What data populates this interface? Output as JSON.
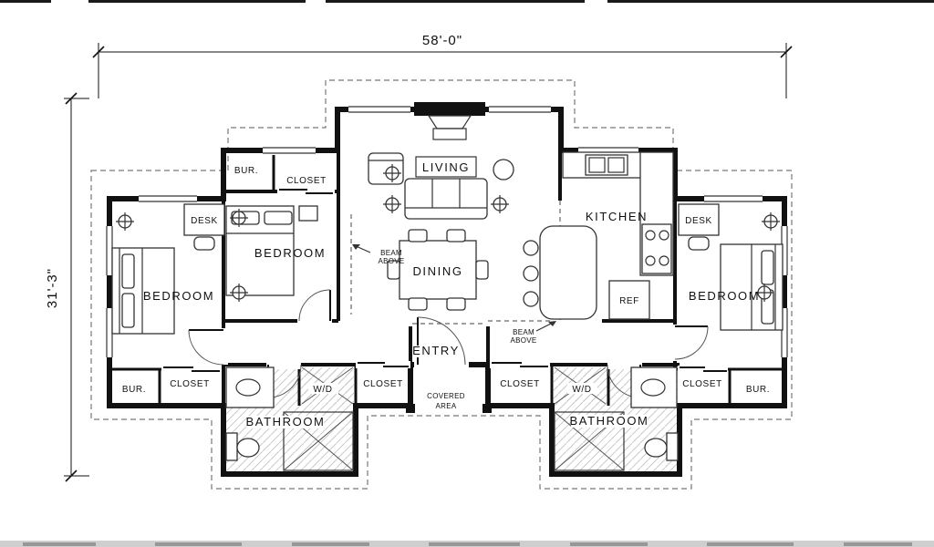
{
  "drawing": {
    "dimensions": {
      "width": "58'-0\"",
      "height": "31'-3\""
    },
    "rooms": {
      "living": "LIVING",
      "dining": "DINING",
      "kitchen": "KITCHEN",
      "entry": "ENTRY",
      "bedroom_left": "BEDROOM",
      "bedroom_middle": "BEDROOM",
      "bedroom_right": "BEDROOM",
      "bathroom_left": "BATHROOM",
      "bathroom_right": "BATHROOM"
    },
    "features": {
      "bur_top": "BUR.",
      "closet_top": "CLOSET",
      "desk_left": "DESK",
      "desk_right": "DESK",
      "ref": "REF",
      "bur_bottom_left": "BUR.",
      "closet_bottom_left": "CLOSET",
      "wd_left": "W/D",
      "closet_entry_left": "CLOSET",
      "closet_entry_right": "CLOSET",
      "wd_right": "W/D",
      "closet_bottom_right": "CLOSET",
      "bur_bottom_right": "BUR."
    },
    "notes": {
      "beam_left_line1": "BEAM",
      "beam_left_line2": "ABOVE",
      "beam_right_line1": "BEAM",
      "beam_right_line2": "ABOVE",
      "covered_line1": "COVERED",
      "covered_line2": "AREA"
    },
    "colors": {
      "wall": "#111111",
      "line": "#333333",
      "dashed": "#777777",
      "tile": "#c9c9c9",
      "background": "#ffffff"
    }
  }
}
